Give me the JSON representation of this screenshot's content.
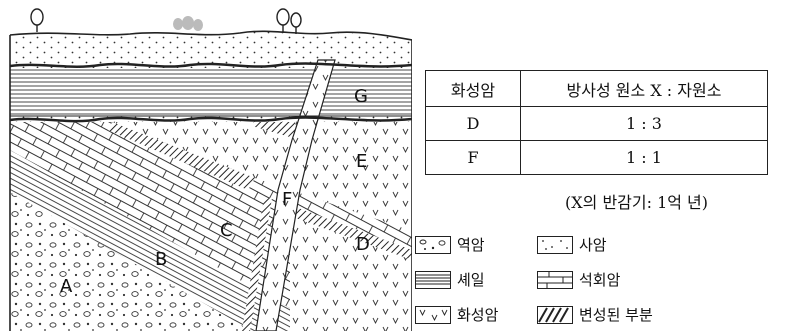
{
  "cross_section": {
    "labels": {
      "A": "A",
      "B": "B",
      "C": "C",
      "D": "D",
      "E": "E",
      "F": "F",
      "G": "G"
    }
  },
  "table": {
    "headers": [
      "화성암",
      "방사성 원소 X : 자원소"
    ],
    "rows": [
      [
        "D",
        "1 : 3"
      ],
      [
        "F",
        "1 : 1"
      ]
    ]
  },
  "half_life_note": "(X의 반감기: 1억 년)",
  "legend": [
    {
      "key": "conglomerate",
      "label": "역암"
    },
    {
      "key": "sandstone",
      "label": "사암"
    },
    {
      "key": "shale",
      "label": "셰일"
    },
    {
      "key": "limestone",
      "label": "석회암"
    },
    {
      "key": "igneous",
      "label": "화성암"
    },
    {
      "key": "metamorphosed",
      "label": "변성된 부분"
    }
  ]
}
